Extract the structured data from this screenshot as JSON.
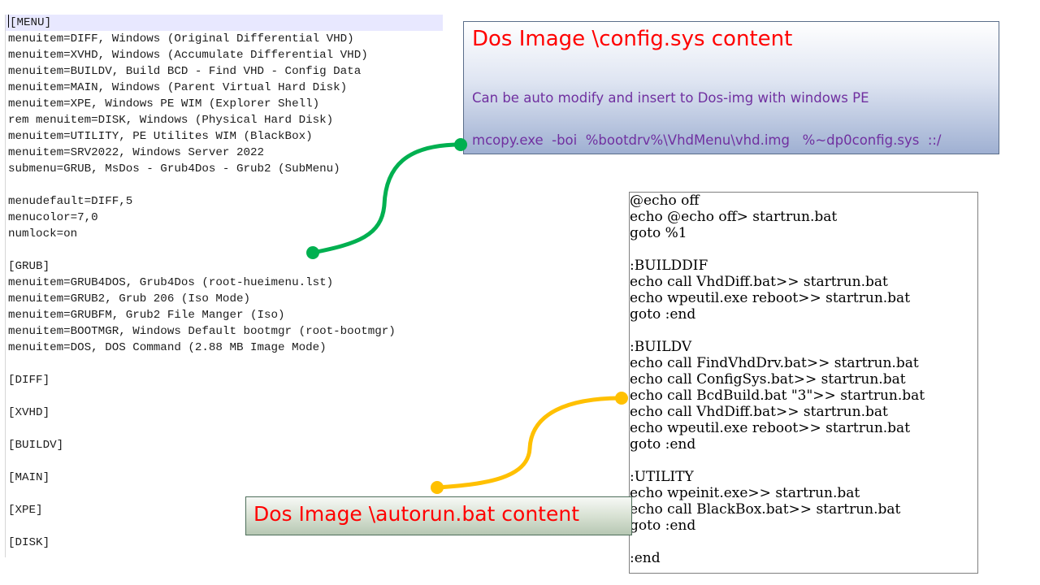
{
  "config_sys_lines": [
    "[MENU]",
    "menuitem=DIFF, Windows (Original Differential VHD)",
    "menuitem=XVHD, Windows (Accumulate Differential VHD)",
    "menuitem=BUILDV, Build BCD - Find VHD - Config Data",
    "menuitem=MAIN, Windows (Parent Virtual Hard Disk)",
    "menuitem=XPE, Windows PE WIM (Explorer Shell)",
    "rem menuitem=DISK, Windows (Physical Hard Disk)",
    "menuitem=UTILITY, PE Utilites WIM (BlackBox)",
    "menuitem=SRV2022, Windows Server 2022",
    "submenu=GRUB, MsDos - Grub4Dos - Grub2 (SubMenu)",
    "",
    "menudefault=DIFF,5",
    "menucolor=7,0",
    "numlock=on",
    "",
    "[GRUB]",
    "menuitem=GRUB4DOS, Grub4Dos (root-hueimenu.lst)",
    "menuitem=GRUB2, Grub 206 (Iso Mode)",
    "menuitem=GRUBFM, Grub2 File Manger (Iso)",
    "menuitem=BOOTMGR, Windows Default bootmgr (root-bootmgr)",
    "menuitem=DOS, DOS Command (2.88 MB Image Mode)",
    "",
    "[DIFF]",
    "",
    "[XVHD]",
    "",
    "[BUILDV]",
    "",
    "[MAIN]",
    "",
    "[XPE]",
    "",
    "[DISK]"
  ],
  "config_callout": {
    "title": "Dos Image \\config.sys content",
    "description": "Can be auto modify and insert to Dos-img with windows PE",
    "command": "mcopy.exe  -boi  %bootdrv%\\VhdMenu\\vhd.img   %~dp0config.sys  ::/"
  },
  "autorun_lines": [
    "@echo off",
    "echo @echo off> startrun.bat",
    "goto %1",
    "",
    ":BUILDDIF",
    "echo call VhdDiff.bat>> startrun.bat",
    "echo wpeutil.exe reboot>> startrun.bat",
    "goto :end",
    "",
    ":BUILDV",
    "echo call FindVhdDrv.bat>> startrun.bat",
    "echo call ConfigSys.bat>> startrun.bat",
    "echo call BcdBuild.bat \"3\">> startrun.bat",
    "echo call VhdDiff.bat>> startrun.bat",
    "echo wpeutil.exe reboot>> startrun.bat",
    "goto :end",
    "",
    ":UTILITY",
    "echo wpeinit.exe>> startrun.bat",
    "echo call BlackBox.bat>> startrun.bat",
    "goto :end",
    "",
    ":end"
  ],
  "autorun_callout": {
    "title": "Dos Image \\autorun.bat content"
  },
  "colors": {
    "green_connector": "#00b050",
    "yellow_connector": "#ffc000",
    "title_red": "#ff0000",
    "text_purple": "#7030a0"
  }
}
